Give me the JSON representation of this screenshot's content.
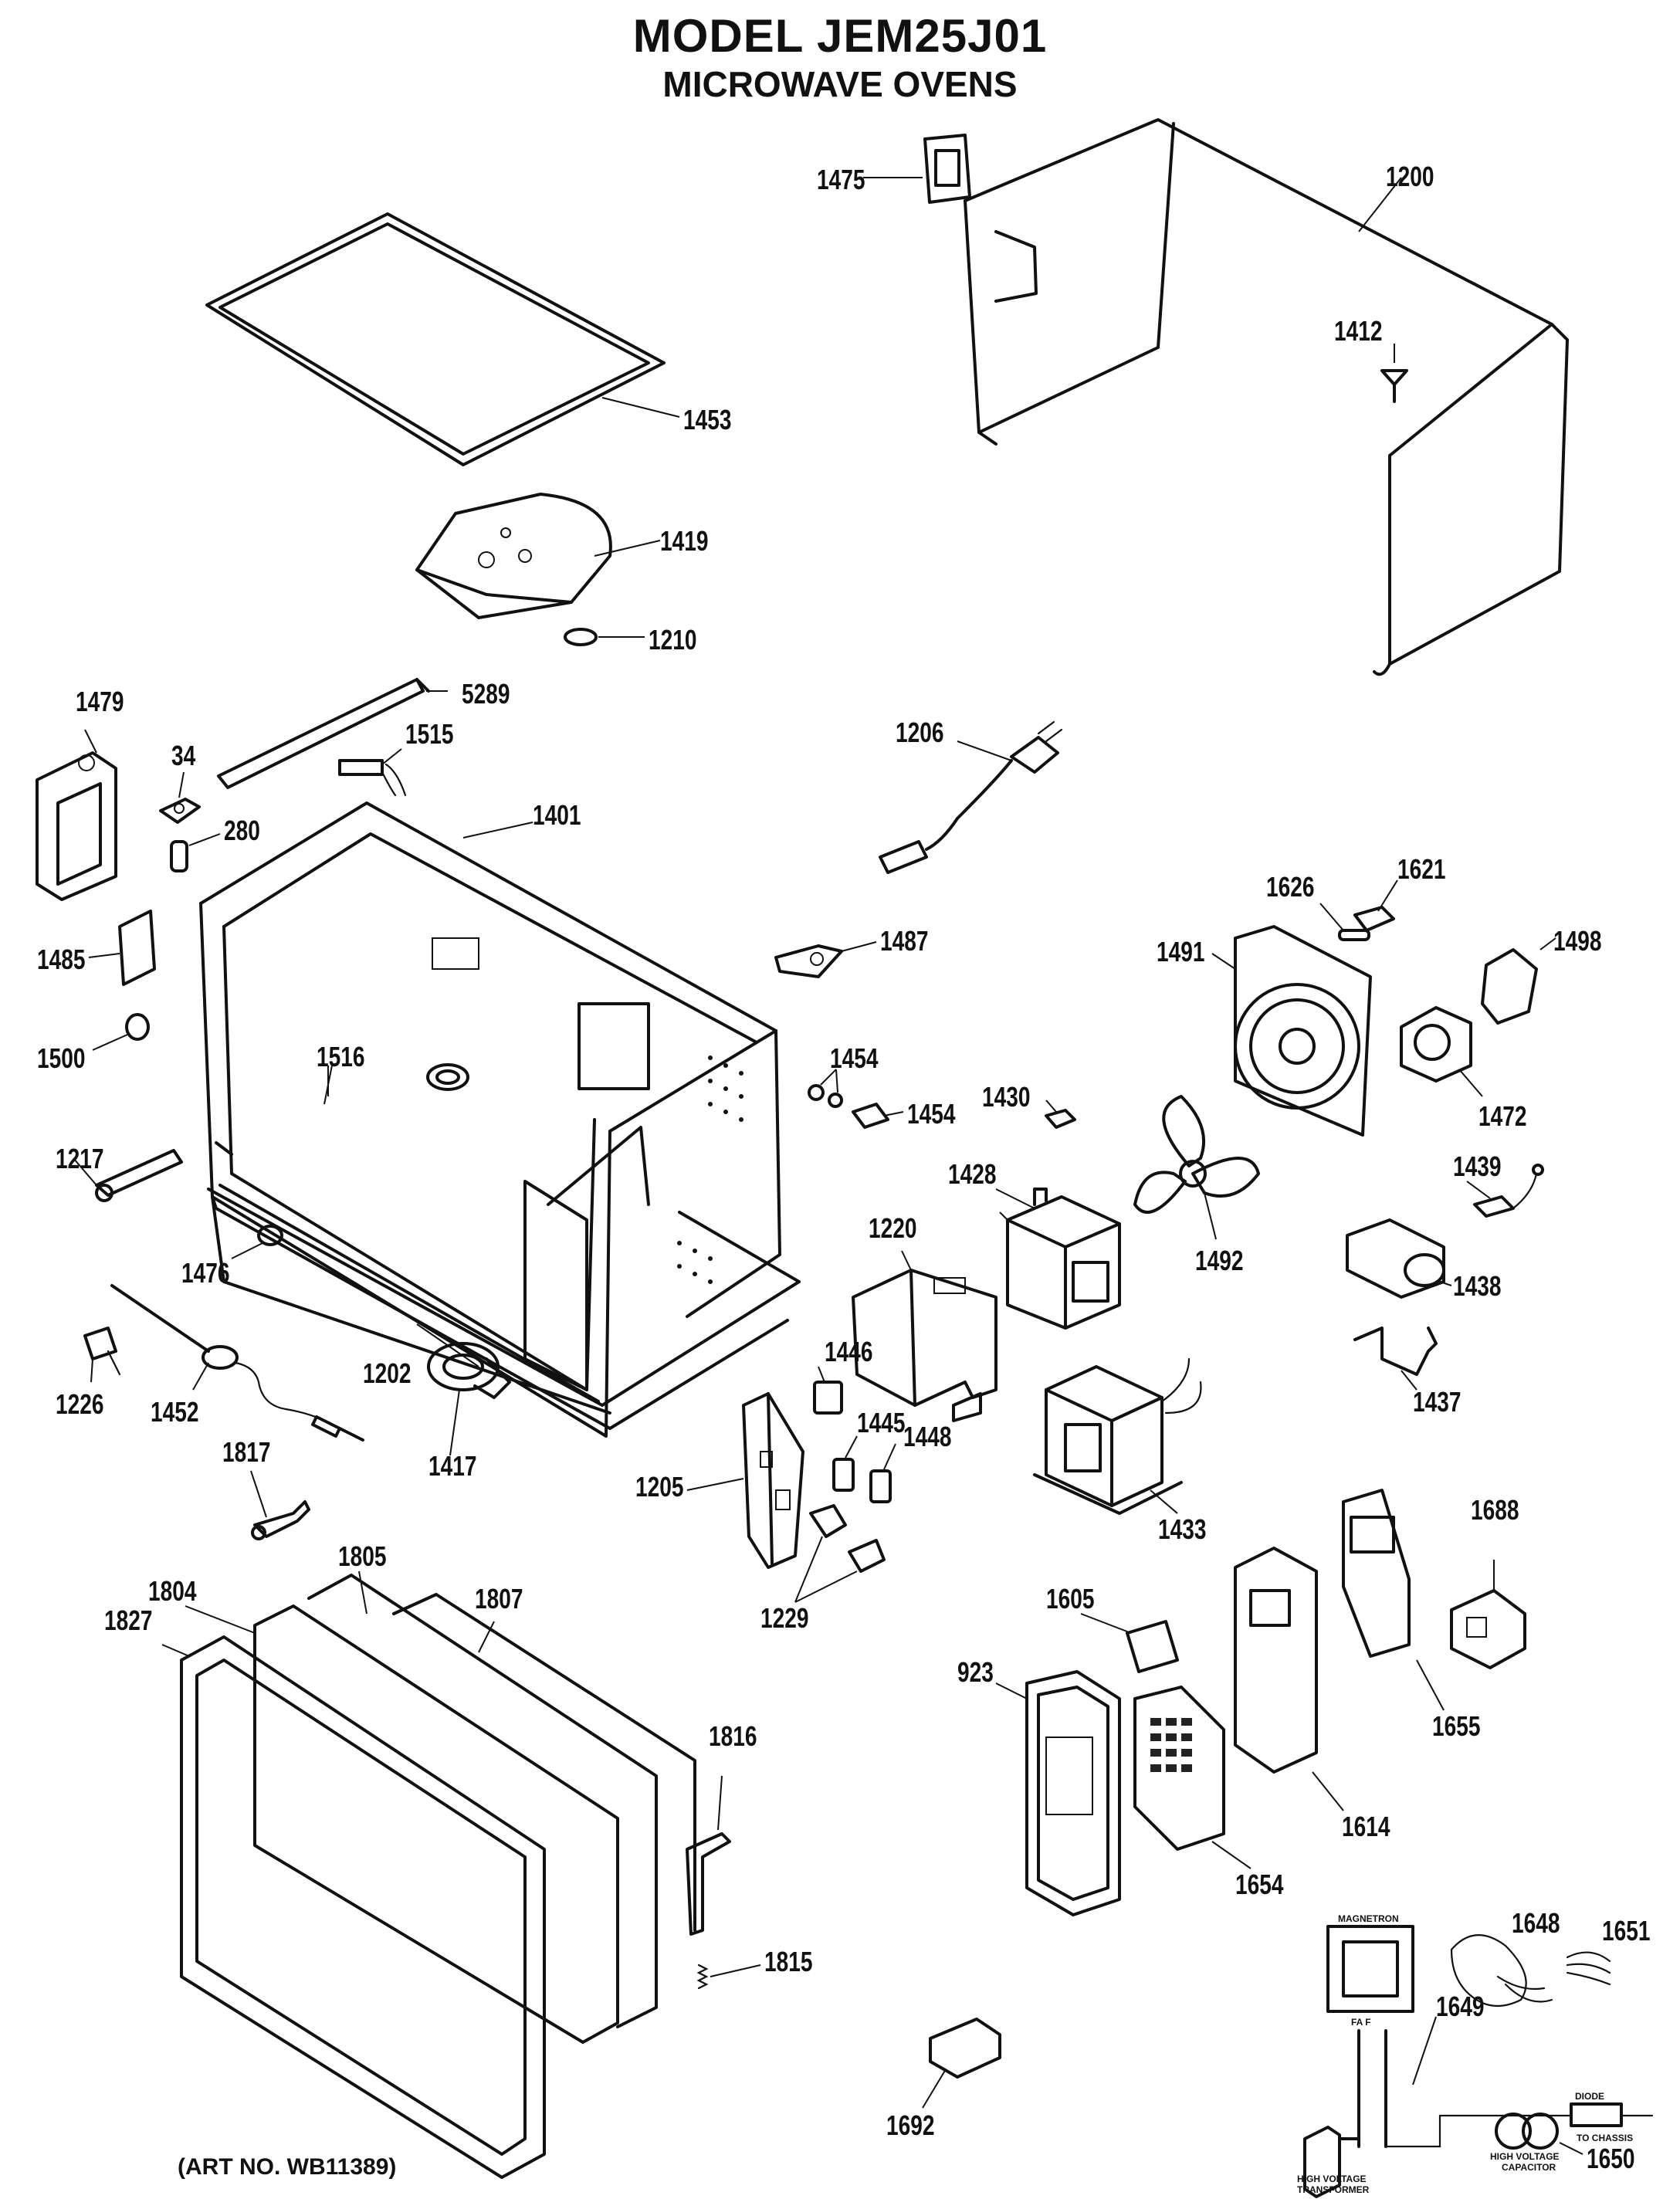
{
  "header": {
    "model": "MODEL JEM25J01",
    "subtitle": "MICROWAVE OVENS"
  },
  "footer": {
    "art_number": "(ART NO. WB11389)"
  },
  "callouts": {
    "p1475": "1475",
    "p1200": "1200",
    "p1412": "1412",
    "p1453": "1453",
    "p1419": "1419",
    "p1210": "1210",
    "p5289": "5289",
    "p1479": "1479",
    "p34": "34",
    "p1515": "1515",
    "p280": "280",
    "p1401": "1401",
    "p1206": "1206",
    "p1485": "1485",
    "p1487": "1487",
    "p1626": "1626",
    "p1621": "1621",
    "p1491": "1491",
    "p1498": "1498",
    "p1500": "1500",
    "p1516": "1516",
    "p1454a": "1454",
    "p1454b": "1454",
    "p1430": "1430",
    "p1472": "1472",
    "p1217": "1217",
    "p1428": "1428",
    "p1439": "1439",
    "p1476": "1476",
    "p1220": "1220",
    "p1492": "1492",
    "p1438": "1438",
    "p1446": "1446",
    "p1202": "1202",
    "p1226": "1226",
    "p1452": "1452",
    "p1445": "1445",
    "p1448": "1448",
    "p1417": "1417",
    "p1437": "1437",
    "p1205": "1205",
    "p1433": "1433",
    "p1817": "1817",
    "p1688": "1688",
    "p1805": "1805",
    "p1804": "1804",
    "p1807": "1807",
    "p1827": "1827",
    "p1229": "1229",
    "p1605": "1605",
    "p1655": "1655",
    "p923": "923",
    "p1816": "1816",
    "p1614": "1614",
    "p1654": "1654",
    "p1648": "1648",
    "p1651": "1651",
    "p1815": "1815",
    "p1692": "1692",
    "p1649": "1649",
    "p1650": "1650"
  },
  "schematic": {
    "magnetron": "MAGNETRON",
    "terminals": "FA  F",
    "diode": "DIODE",
    "to_chassis": "TO CHASSIS",
    "capacitor_line1": "HIGH VOLTAGE",
    "capacitor_line2": "CAPACITOR",
    "transformer_line1": "HIGH VOLTAGE",
    "transformer_line2": "TRANSFORMER"
  }
}
